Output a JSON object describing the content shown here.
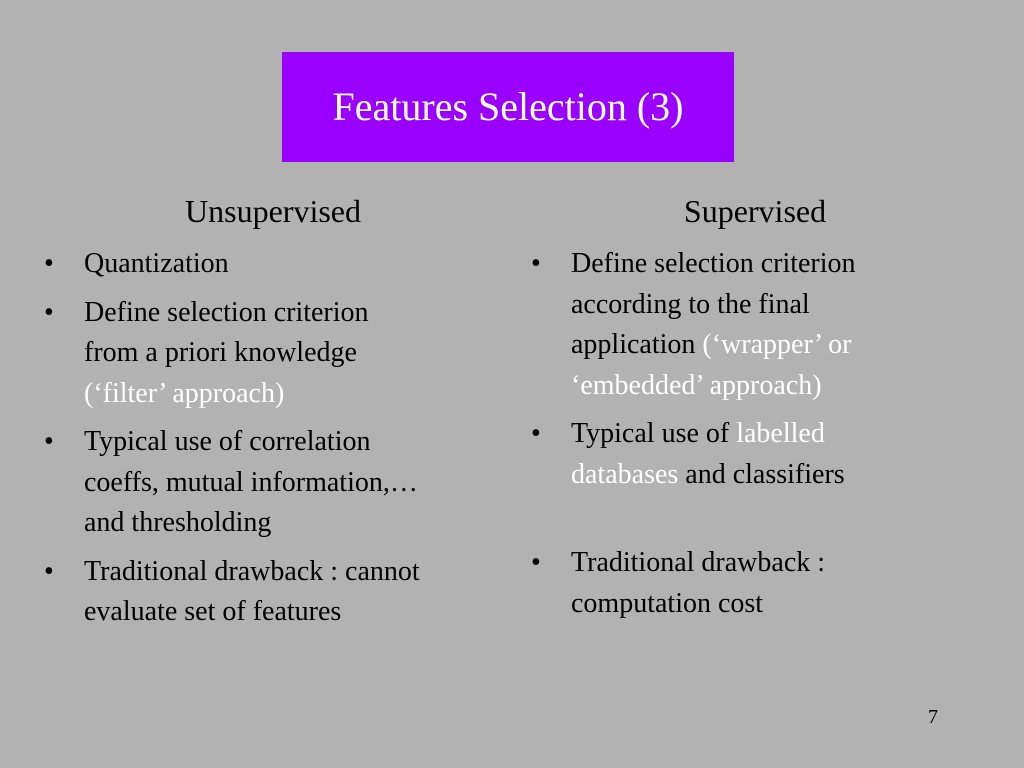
{
  "slide": {
    "title": "Features Selection (3)",
    "page_number": "7",
    "colors": {
      "background": "#b2b2b2",
      "title_box": "#9900ff",
      "title_text": "#ffffff",
      "highlight_text": "#ffffff"
    },
    "bullet_glyph": "•"
  },
  "unsupervised": {
    "heading": "Unsupervised",
    "items": [
      {
        "lines": [
          "Quantization"
        ]
      },
      {
        "lines": [
          "Define selection criterion",
          "from a priori knowledge"
        ],
        "highlight": "(‘filter’ approach)"
      },
      {
        "lines": [
          "Typical use of correlation",
          "coeffs, mutual information,…",
          "and thresholding"
        ]
      },
      {
        "lines": [
          "Traditional drawback : cannot",
          "evaluate set of features"
        ]
      }
    ]
  },
  "supervised": {
    "heading": "Supervised",
    "items": [
      {
        "line1": "Define selection criterion",
        "line2": "according to the final",
        "line3_plain": "application ",
        "line3_highlight": "(‘wrapper’ or",
        "line4_highlight": "‘embedded’ approach)"
      },
      {
        "line1_plain": "Typical use of ",
        "line1_highlight": "labelled",
        "line2_highlight": "databases",
        "line2_plain": " and classifiers"
      },
      {
        "lines": [
          "Traditional drawback :",
          "computation cost"
        ]
      }
    ]
  }
}
